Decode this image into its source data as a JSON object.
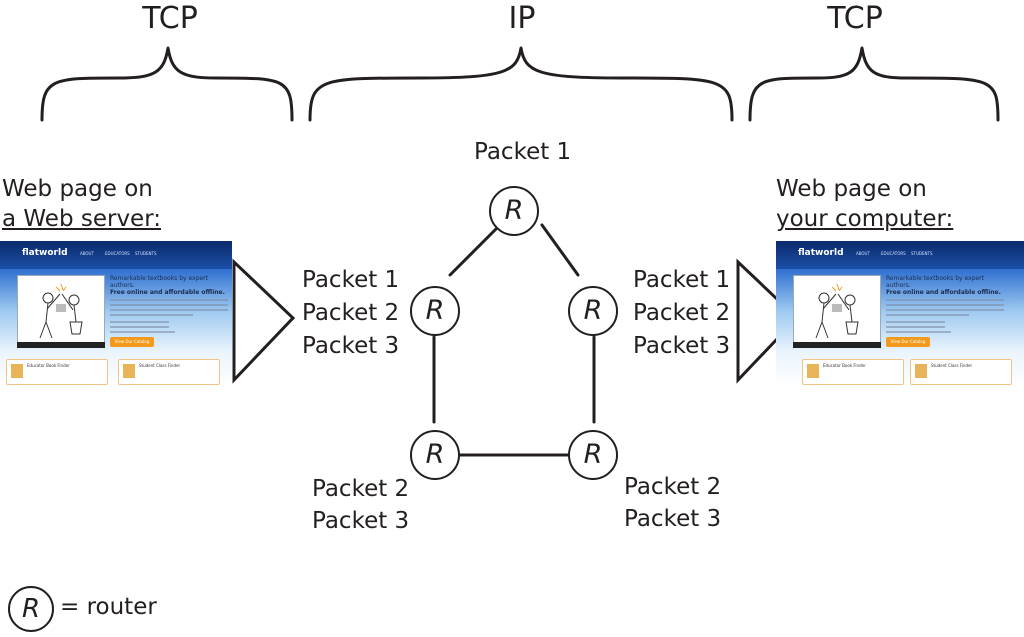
{
  "headers": {
    "left": "TCP",
    "middle": "IP",
    "right": "TCP"
  },
  "source": {
    "line1": "Web page on",
    "line2": "a Web server:"
  },
  "destination": {
    "line1": "Web page on",
    "line2": "your computer:"
  },
  "top_packet": "Packet 1",
  "left_packets": [
    "Packet 1",
    "Packet 2",
    "Packet 3"
  ],
  "right_packets": [
    "Packet 1",
    "Packet 2",
    "Packet 3"
  ],
  "bottom_left_packets": [
    "Packet 2",
    "Packet 3"
  ],
  "bottom_right_packets": [
    "Packet 2",
    "Packet 3"
  ],
  "router_symbol": "R",
  "legend": {
    "symbol": "R",
    "text": "= router"
  },
  "webpage": {
    "logo": "flatworld",
    "nav": [
      "ABOUT",
      "EDUCATORS",
      "STUDENTS"
    ],
    "headline": "Remarkable textbooks by expert authors.",
    "subhead": "Free online and affordable offline.",
    "button": "View Our Catalog",
    "card1": "Educator Book Finder",
    "card2": "Student Class Finder"
  }
}
